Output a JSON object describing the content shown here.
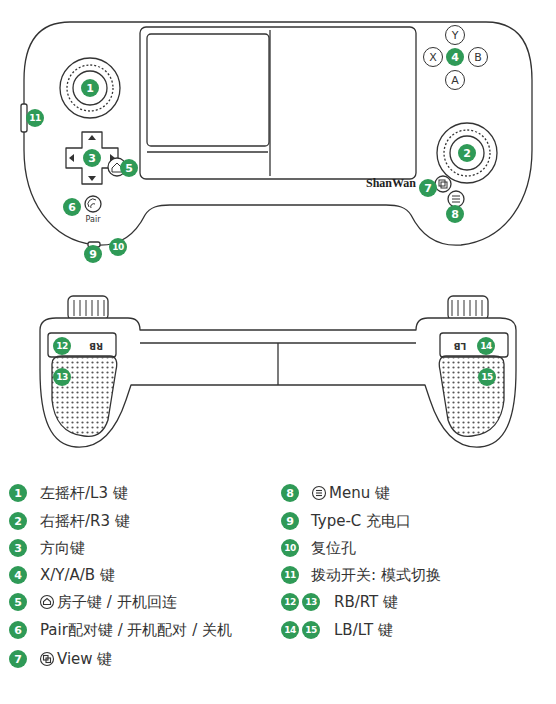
{
  "diagram": {
    "nodes": [
      {
        "text": [
          "Y"
        ]
      },
      {
        "text": [
          "X"
        ]
      },
      {
        "text": [
          "B"
        ]
      },
      {
        "text": [
          "A"
        ]
      }
    ],
    "labels": [
      "11",
      "1",
      "4",
      "3",
      "5",
      "2",
      "ShanWan",
      "7",
      "6",
      "Pair",
      "8",
      "10",
      "9",
      "RB",
      "LB",
      "12",
      "14",
      "13",
      "15",
      "1",
      "左摇杆/L3 键",
      "8",
      "Menu 键",
      "2",
      "右摇杆/R3 键",
      "9",
      "Type-C 充电口",
      "3",
      "方向键",
      "10",
      "复位孔",
      "4",
      "X/Y/A/B 键",
      "11",
      "拨动开关: 模式切换",
      "5",
      "房子键 / 开机回连",
      "12",
      "13",
      "RB/RT 键",
      "6",
      "Pair配对键 / 开机配对 / 关机",
      "14",
      "15",
      "LB/LT 键",
      "7",
      "View 键"
    ]
  }
}
